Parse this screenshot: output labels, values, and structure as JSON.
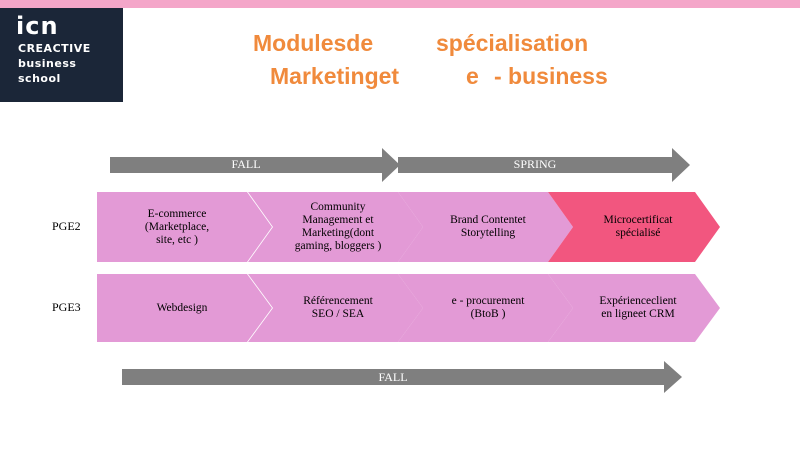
{
  "logo": {
    "line1": "icn",
    "line2": "CREACTIVE",
    "line3": "business",
    "line4": "school"
  },
  "title": {
    "line1a": "Modulesde",
    "line1b": "spécialisation",
    "line2a": "Marketinget",
    "line2b": "e",
    "line2c": "- business"
  },
  "top_arrows": [
    {
      "label": "FALL"
    },
    {
      "label": "SPRING"
    }
  ],
  "bottom_arrow": {
    "label": "FALL"
  },
  "rows": [
    {
      "label": "PGE2",
      "steps": [
        {
          "text": "E-commerce\n(Marketplace,\nsite,  etc )"
        },
        {
          "text": "Community\nManagement    et\nMarketing(dont\ngaming,  bloggers  )"
        },
        {
          "text": "Brand  Contentet\nStorytelling"
        },
        {
          "text": "Microcertificat\nspécialisé"
        }
      ]
    },
    {
      "label": "PGE3",
      "steps": [
        {
          "text": "Webdesign"
        },
        {
          "text": "Référencement\nSEO / SEA"
        },
        {
          "text": "e - procurement\n(BtoB )"
        },
        {
          "text": "Expérienceclient\nen ligneet   CRM"
        }
      ]
    }
  ],
  "colors": {
    "chevron": "#e39ad6",
    "highlight": "#f2567f",
    "arrow": "#7f7f7f",
    "title": "#f08a3c",
    "logo_bg": "#1b2638",
    "topbar": "#f4a6c9"
  }
}
